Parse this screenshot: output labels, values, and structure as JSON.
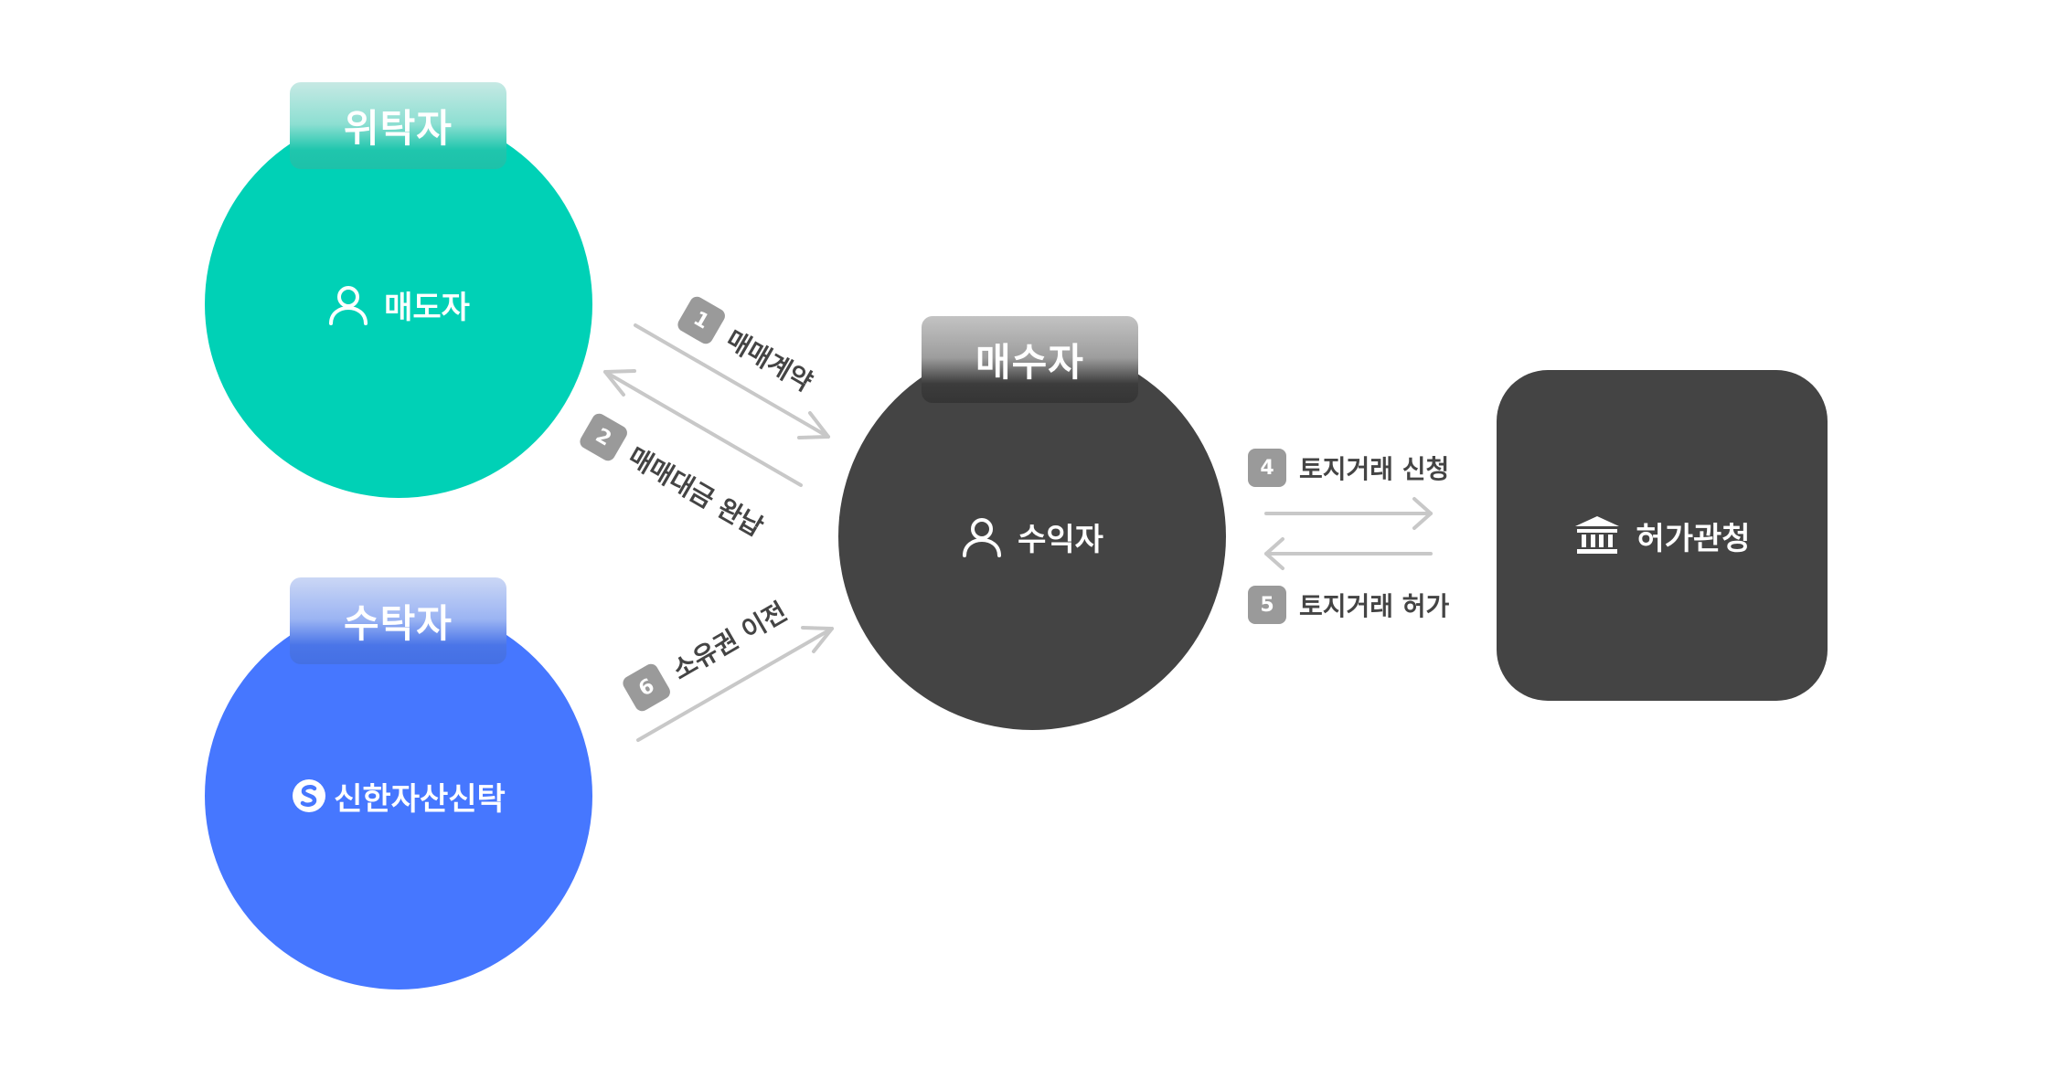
{
  "nodes": {
    "seller": {
      "tag": "위탁자",
      "label": "매도자"
    },
    "trustee": {
      "tag": "수탁자",
      "label": "신한자산신탁"
    },
    "buyer": {
      "tag": "매수자",
      "label": "수익자"
    },
    "authority": {
      "label": "허가관청"
    }
  },
  "steps": [
    {
      "num": "1",
      "label": "매매계약"
    },
    {
      "num": "2",
      "label": "매매대금 완납"
    },
    {
      "num": "4",
      "label": "토지거래 신청"
    },
    {
      "num": "5",
      "label": "토지거래 허가"
    },
    {
      "num": "6",
      "label": "소유권 이전"
    }
  ],
  "colors": {
    "seller": "#00d1b6",
    "trustee": "#4677ff",
    "buyer": "#444444",
    "authority": "#444444",
    "badge": "#9a9a9a",
    "arrow": "#c8c8c8"
  },
  "icons": {
    "person": "person-icon",
    "bank": "bank-icon",
    "logo": "shinhan-logo-icon"
  }
}
